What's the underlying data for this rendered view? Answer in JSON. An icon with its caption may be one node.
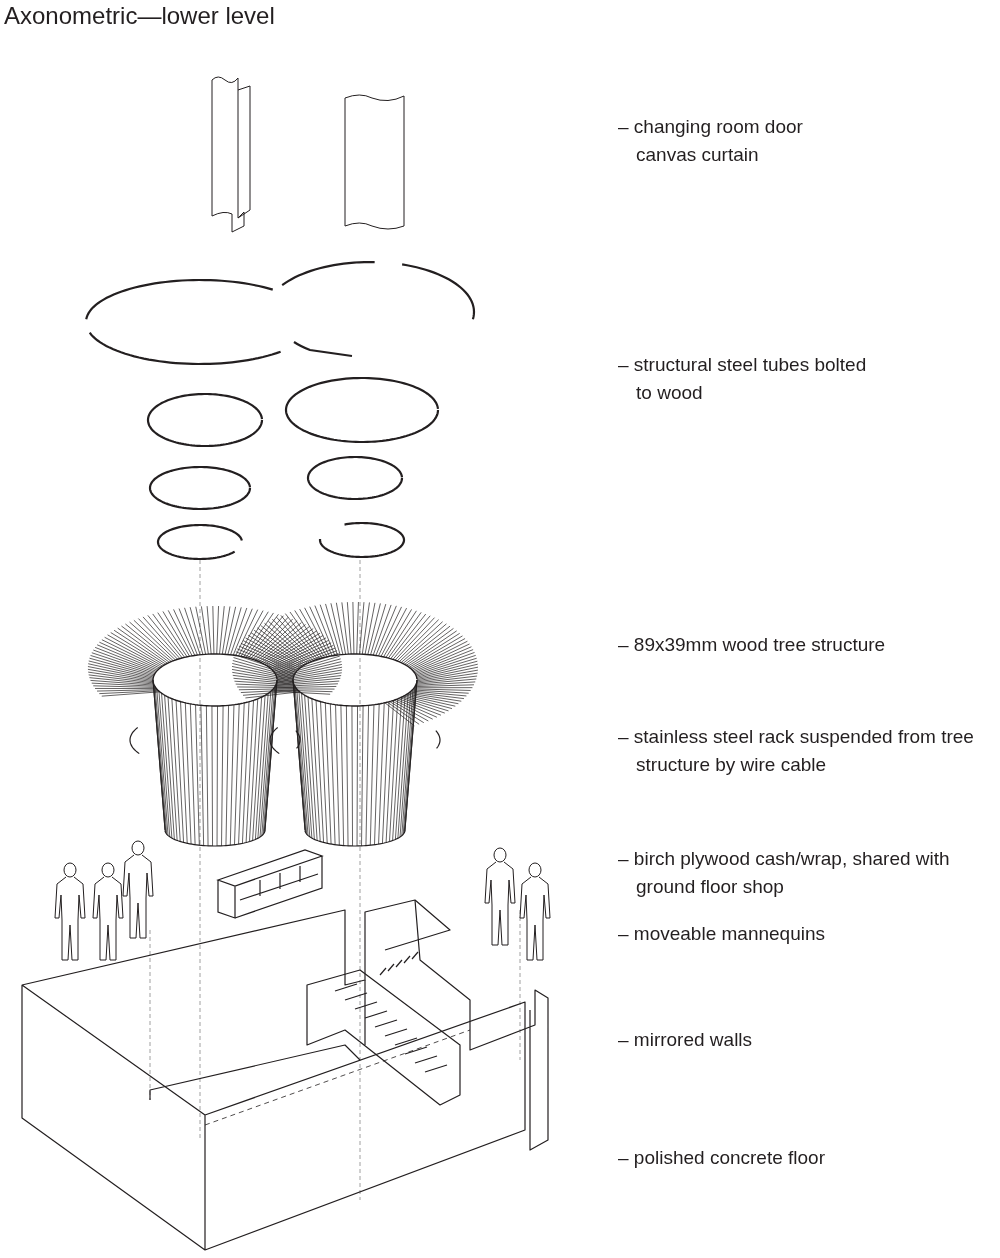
{
  "diagram": {
    "title": "Axonometric—lower level",
    "labels": [
      "– changing room door canvas curtain",
      "– structural steel tubes bolted to wood",
      "– 89x39mm wood tree structure",
      "– stainless steel rack suspended from tree structure by wire cable",
      "– birch plywood cash/wrap, shared with ground floor shop",
      "– moveable mannequins",
      "– mirrored walls",
      "– polished concrete floor"
    ]
  }
}
